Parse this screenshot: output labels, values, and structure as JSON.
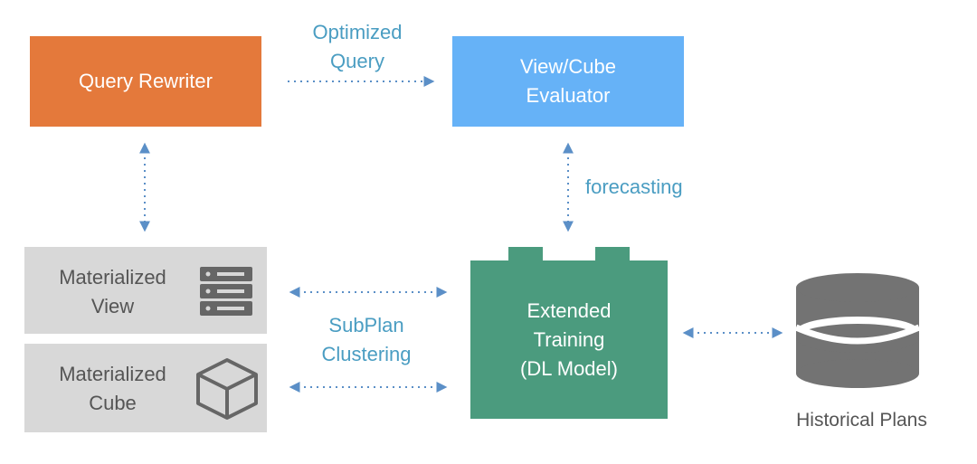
{
  "nodes": {
    "query_rewriter": {
      "label": "Query Rewriter"
    },
    "view_cube_evaluator": {
      "lines": [
        "View/Cube",
        "Evaluator"
      ]
    },
    "extended_training": {
      "lines": [
        "Extended",
        "Training",
        "(DL Model)"
      ]
    },
    "materialized_view": {
      "lines": [
        "Materialized",
        "View"
      ],
      "icon": "server-icon"
    },
    "materialized_cube": {
      "lines": [
        "Materialized",
        "Cube"
      ],
      "icon": "cube-icon"
    },
    "historical_plans": {
      "label": "Historical Plans",
      "icon": "database-icon"
    }
  },
  "edges": {
    "optimized_query": {
      "lines": [
        "Optimized",
        "Query"
      ]
    },
    "forecasting": {
      "label": "forecasting"
    },
    "subplan_clustering": {
      "lines": [
        "SubPlan",
        "Clustering"
      ]
    }
  },
  "colors": {
    "query_rewriter": "#e4793b",
    "view_cube_evaluator": "#66b2f7",
    "extended_training": "#4b9b7e",
    "materialized": "#d8d8d8",
    "arrows": "#5b8fc7",
    "edge_labels": "#4a9dc2",
    "icons": "#666666"
  }
}
